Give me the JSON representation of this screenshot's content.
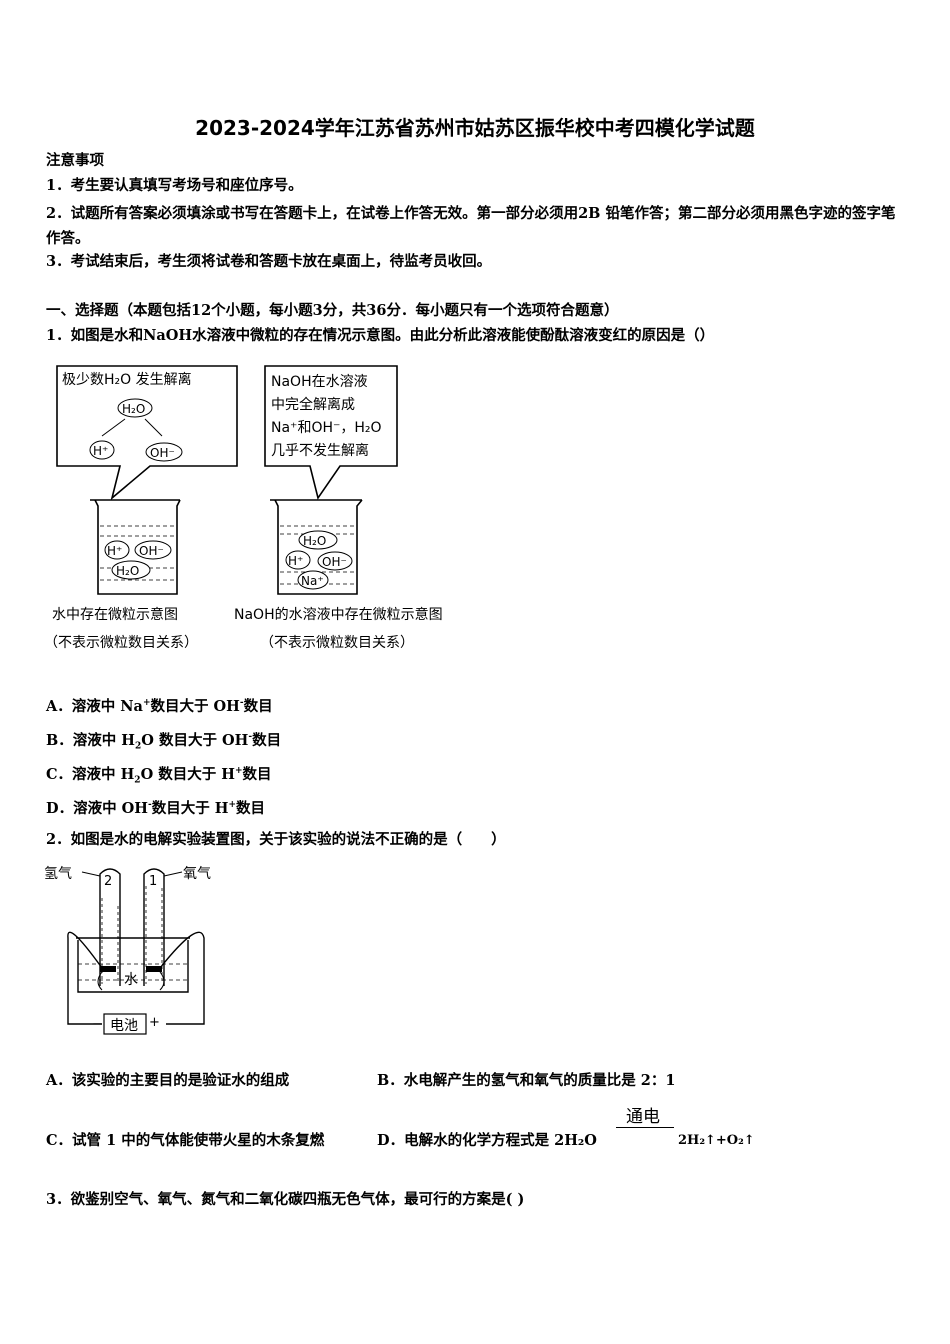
{
  "title": "2023-2024学年江苏省苏州市姑苏区振华校中考四模化学试题",
  "notice": {
    "heading": "注意事项",
    "items": [
      "1．考生要认真填写考场号和座位序号。",
      "2．试题所有答案必须填涂或书写在答题卡上，在试卷上作答无效。第一部分必须用2B 铅笔作答；第二部分必须用黑色字迹的签字笔作答。",
      "3．考试结束后，考生须将试卷和答题卡放在桌面上，待监考员收回。"
    ]
  },
  "section1": "一、选择题（本题包括12个小题，每小题3分，共36分．每小题只有一个选项符合题意）",
  "q1": {
    "stem": "1．如图是水和NaOH水溶液中微粒的存在情况示意图。由此分析此溶液能使酚酞溶液变红的原因是（）",
    "figure": {
      "left_box": "极少数H₂O 发生解离",
      "left_h2o": "H₂O",
      "left_h": "H⁺",
      "left_oh": "OH⁻",
      "right_box_lines": [
        "NaOH在水溶液",
        "中完全解离成",
        "Na⁺和OH⁻，H₂O",
        "几乎不发生解离"
      ],
      "beaker1_particles": [
        "H⁺",
        "OH⁻",
        "H₂O"
      ],
      "beaker2_particles": [
        "H₂O",
        "H⁺",
        "OH⁻",
        "Na⁺"
      ],
      "caption1": "水中存在微粒示意图",
      "caption1b": "（不表示微粒数目关系）",
      "caption2": "NaOH的水溶液中存在微粒示意图",
      "caption2b": "（不表示微粒数目关系）"
    },
    "options": {
      "A_pre": "A．溶液中 Na",
      "A_sup": "+",
      "A_post": "数目大于 OH",
      "A_sup2": "-",
      "A_end": "数目",
      "B_pre": "B．溶液中 H",
      "B_sub": "2",
      "B_mid": "O 数目大于 OH",
      "B_sup": "-",
      "B_end": "数目",
      "C_pre": "C．溶液中 H",
      "C_sub": "2",
      "C_mid": "O 数目大于 H",
      "C_sup": "+",
      "C_end": "数目",
      "D_pre": "D．溶液中 OH",
      "D_sup": "-",
      "D_mid": "数目大于 H",
      "D_sup2": "+",
      "D_end": "数目"
    }
  },
  "q2": {
    "stem": "2．如图是水的电解实验装置图，关于该实验的说法不正确的是（　　）",
    "figure": {
      "hydrogen": "氢气",
      "oxygen": "氧气",
      "tube2": "2",
      "tube1": "1",
      "water": "水",
      "battery": "电池",
      "minus": "−",
      "plus": "+"
    },
    "option_A": "A．该实验的主要目的是验证水的组成",
    "option_B": "B．水电解产生的氢气和氧气的质量比是 2：1",
    "option_C": "C．试管 1 中的气体能使带火星的木条复燃",
    "option_D": "D．电解水的化学方程式是 2H₂O",
    "condition": "通电",
    "products": "2H₂↑+O₂↑"
  },
  "q3": {
    "stem": "3．欲鉴别空气、氧气、氮气和二氧化碳四瓶无色气体，最可行的方案是( )"
  }
}
